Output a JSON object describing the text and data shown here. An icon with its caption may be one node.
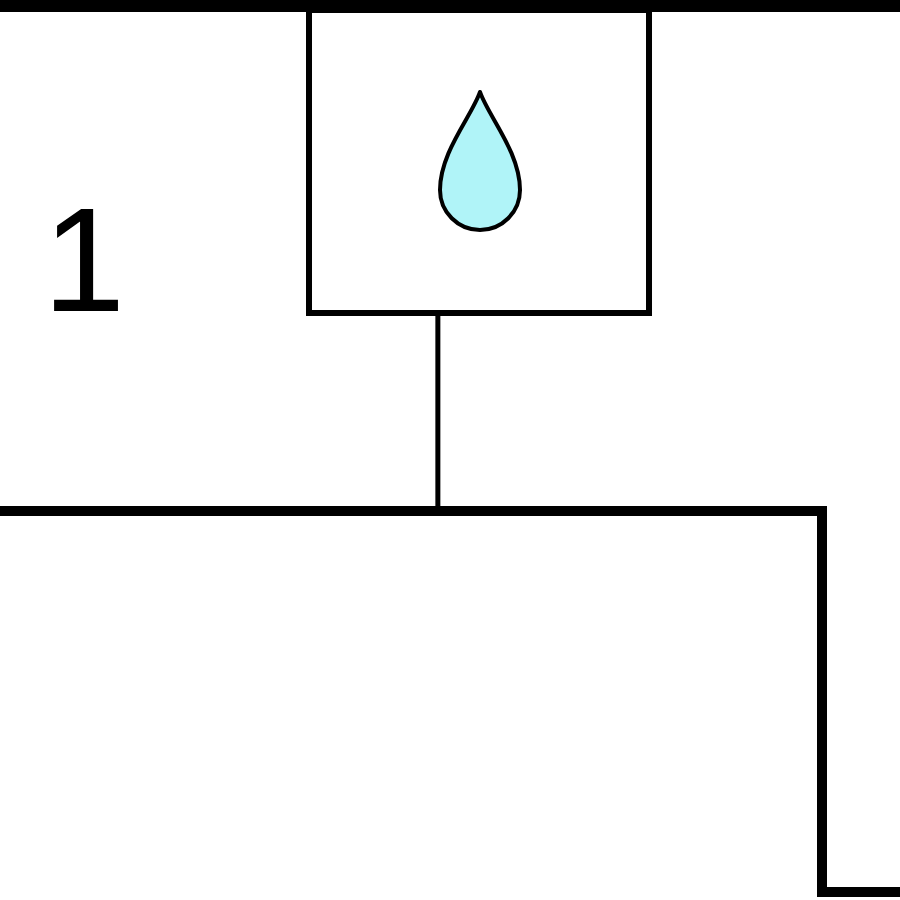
{
  "diagram": {
    "nodes": [
      {
        "text": [],
        "shape": "box"
      },
      {
        "text": [],
        "shape": "box"
      }
    ],
    "edges": [
      {
        "from": 0,
        "to": 1,
        "arrow": "none"
      }
    ],
    "labels": [
      "1"
    ]
  }
}
